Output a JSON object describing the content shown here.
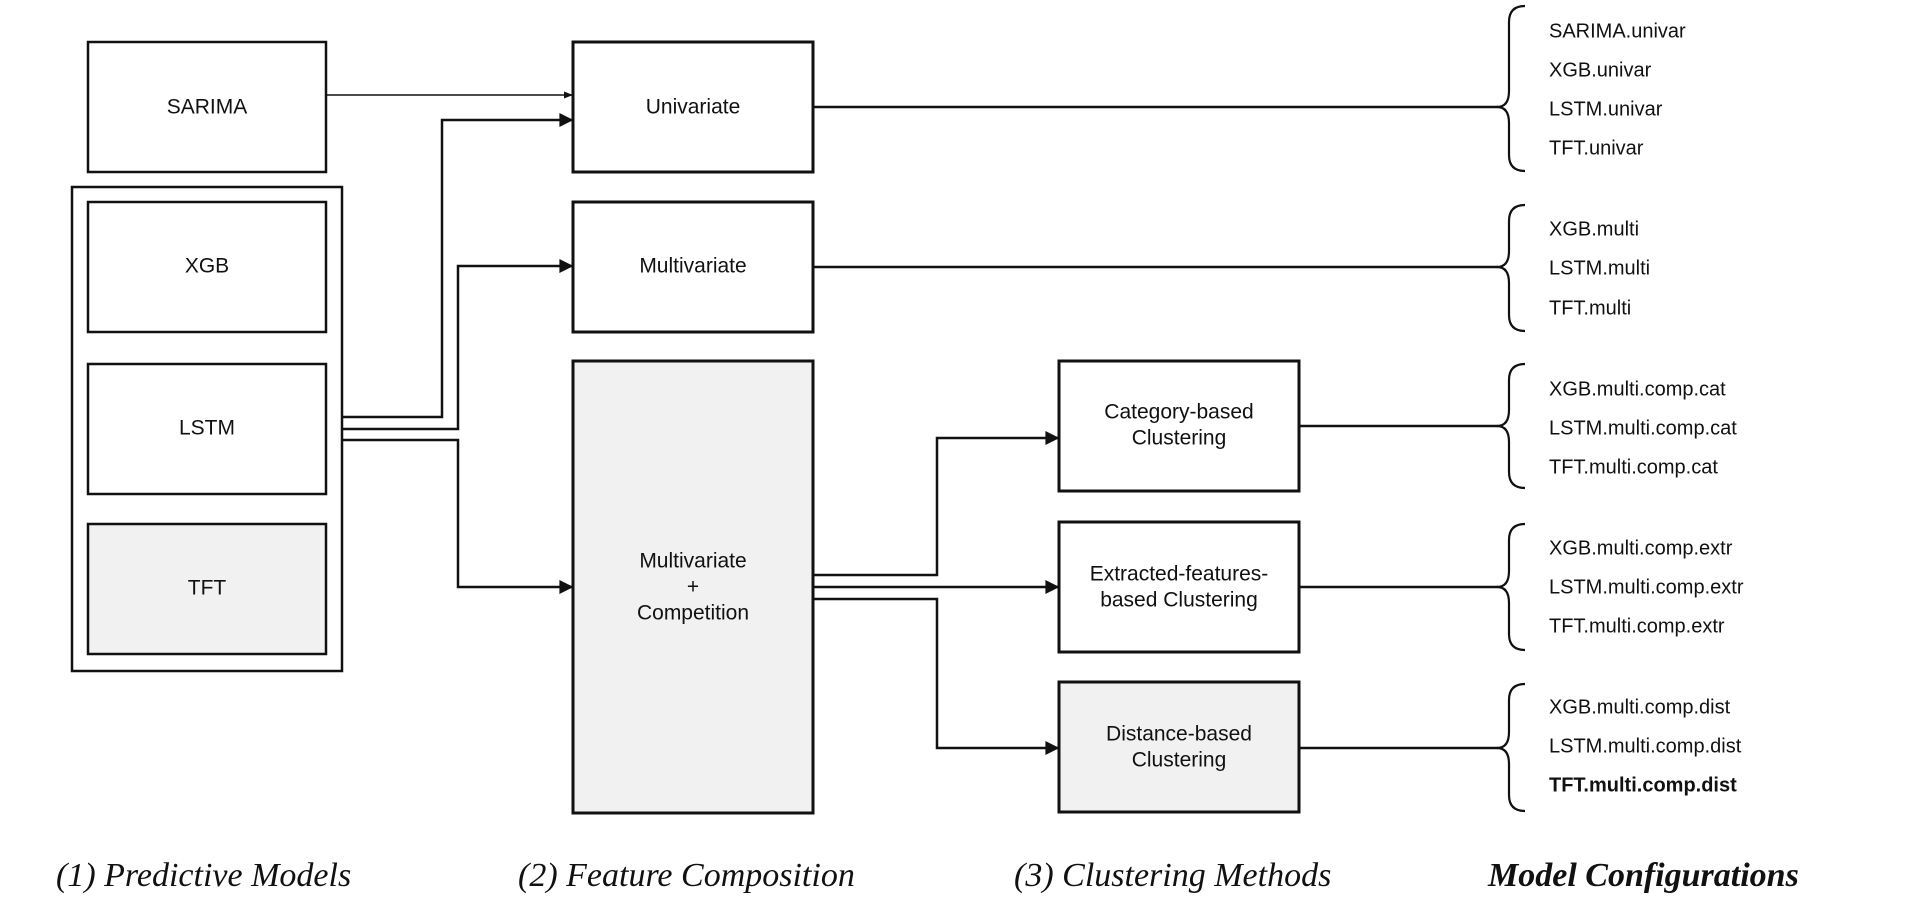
{
  "predictive_models": {
    "sarima": "SARIMA",
    "xgb": "XGB",
    "lstm": "LSTM",
    "tft": "TFT"
  },
  "feature_composition": {
    "univariate": "Univariate",
    "multivariate": "Multivariate",
    "competition_lines": [
      "Multivariate",
      "+",
      "Competition"
    ]
  },
  "clustering_methods": {
    "category": [
      "Category-based",
      "Clustering"
    ],
    "extracted": [
      "Extracted-features-",
      "based Clustering"
    ],
    "distance": [
      "Distance-based",
      "Clustering"
    ]
  },
  "model_configurations": {
    "univariate": [
      "SARIMA.univar",
      "XGB.univar",
      "LSTM.univar",
      "TFT.univar"
    ],
    "multivariate": [
      "XGB.multi",
      "LSTM.multi",
      "TFT.multi"
    ],
    "category": [
      "XGB.multi.comp.cat",
      "LSTM.multi.comp.cat",
      "TFT.multi.comp.cat"
    ],
    "extracted": [
      "XGB.multi.comp.extr",
      "LSTM.multi.comp.extr",
      "TFT.multi.comp.extr"
    ],
    "distance": [
      "XGB.multi.comp.dist",
      "LSTM.multi.comp.dist",
      "TFT.multi.comp.dist"
    ],
    "highlighted": "TFT.multi.comp.dist"
  },
  "captions": {
    "stage1": "(1) Predictive Models",
    "stage2": "(2) Feature Composition",
    "stage3": "(3) Clustering Methods",
    "stage4": "Model Configurations"
  },
  "colors": {
    "stroke": "#111111",
    "shaded_fill": "#f1f1f1",
    "background": "#ffffff"
  }
}
